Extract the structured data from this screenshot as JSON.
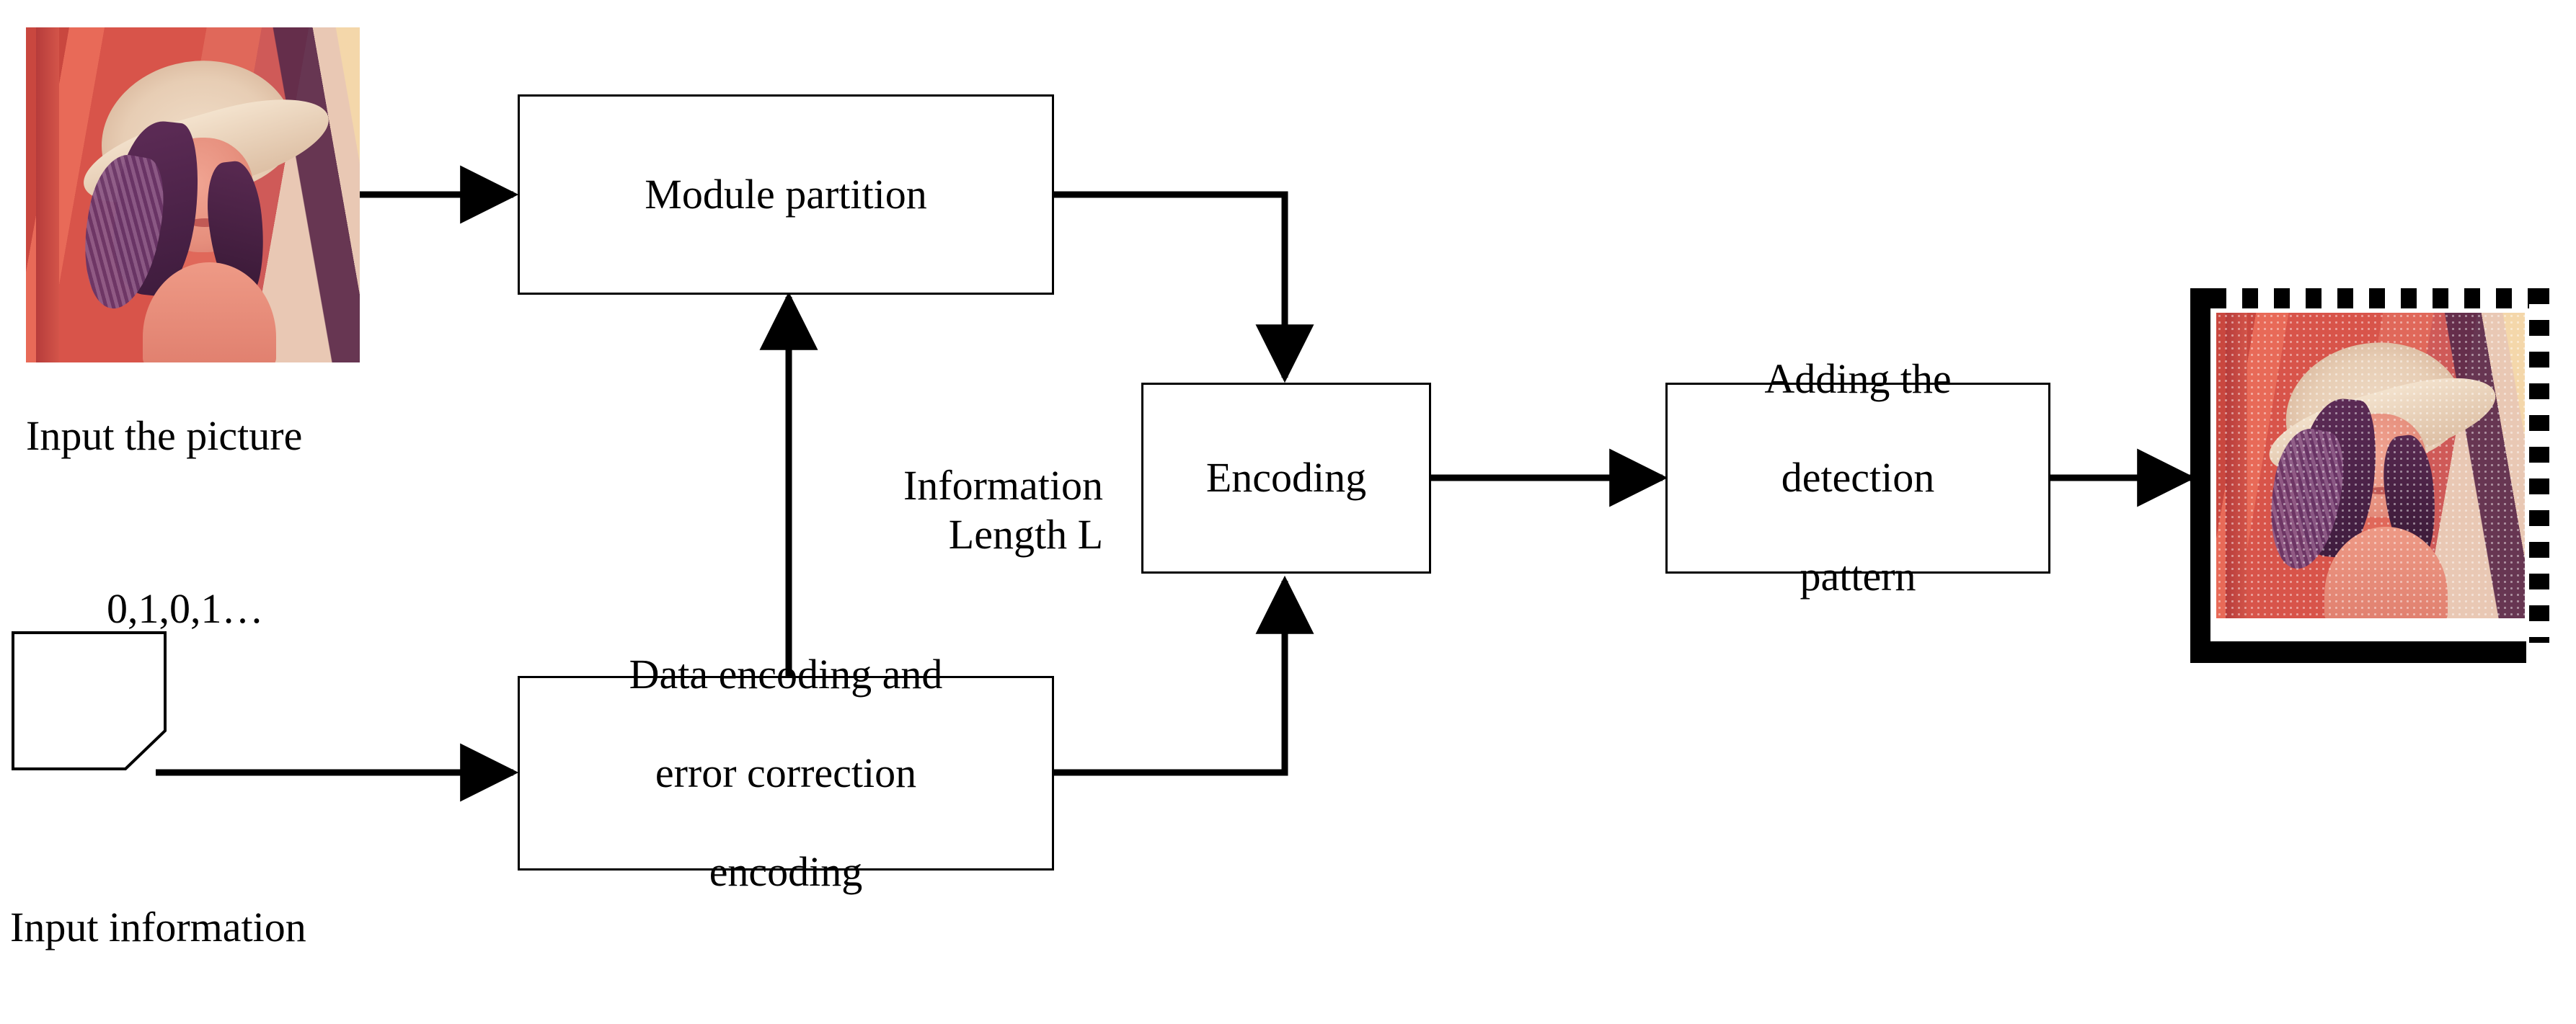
{
  "diagram": {
    "title": "QR-style picture encoding pipeline",
    "type": "flowchart",
    "stroke_color": "#000000",
    "background_color": "#ffffff",
    "nodes": [
      {
        "id": "input-picture",
        "shape": "image",
        "label": "Input the picture"
      },
      {
        "id": "input-information",
        "shape": "document",
        "label": "Input information",
        "annotation": "0,1,0,1…"
      },
      {
        "id": "module-partition",
        "shape": "rectangle",
        "label": "Module partition"
      },
      {
        "id": "data-encoding",
        "shape": "rectangle",
        "label": "Data encoding and error correction encoding"
      },
      {
        "id": "encoding",
        "shape": "rectangle",
        "label": "Encoding"
      },
      {
        "id": "adding-detection-pattern",
        "shape": "rectangle",
        "label": "Adding the detection pattern"
      },
      {
        "id": "output-code",
        "shape": "image",
        "label": ""
      }
    ],
    "edge_labels": [
      {
        "id": "information-length",
        "line1": "Information",
        "line2": "Length L"
      }
    ],
    "captions": {
      "input_picture": "Input the picture",
      "input_information": "Input information",
      "bits": "0,1,0,1…"
    },
    "boxes": {
      "module_partition": "Module partition",
      "data_encoding_line1": "Data encoding and",
      "data_encoding_line2": "error correction",
      "data_encoding_line3": "encoding",
      "encoding": "Encoding",
      "adding_line1": "Adding the",
      "adding_line2": "detection",
      "adding_line3": "pattern"
    }
  }
}
